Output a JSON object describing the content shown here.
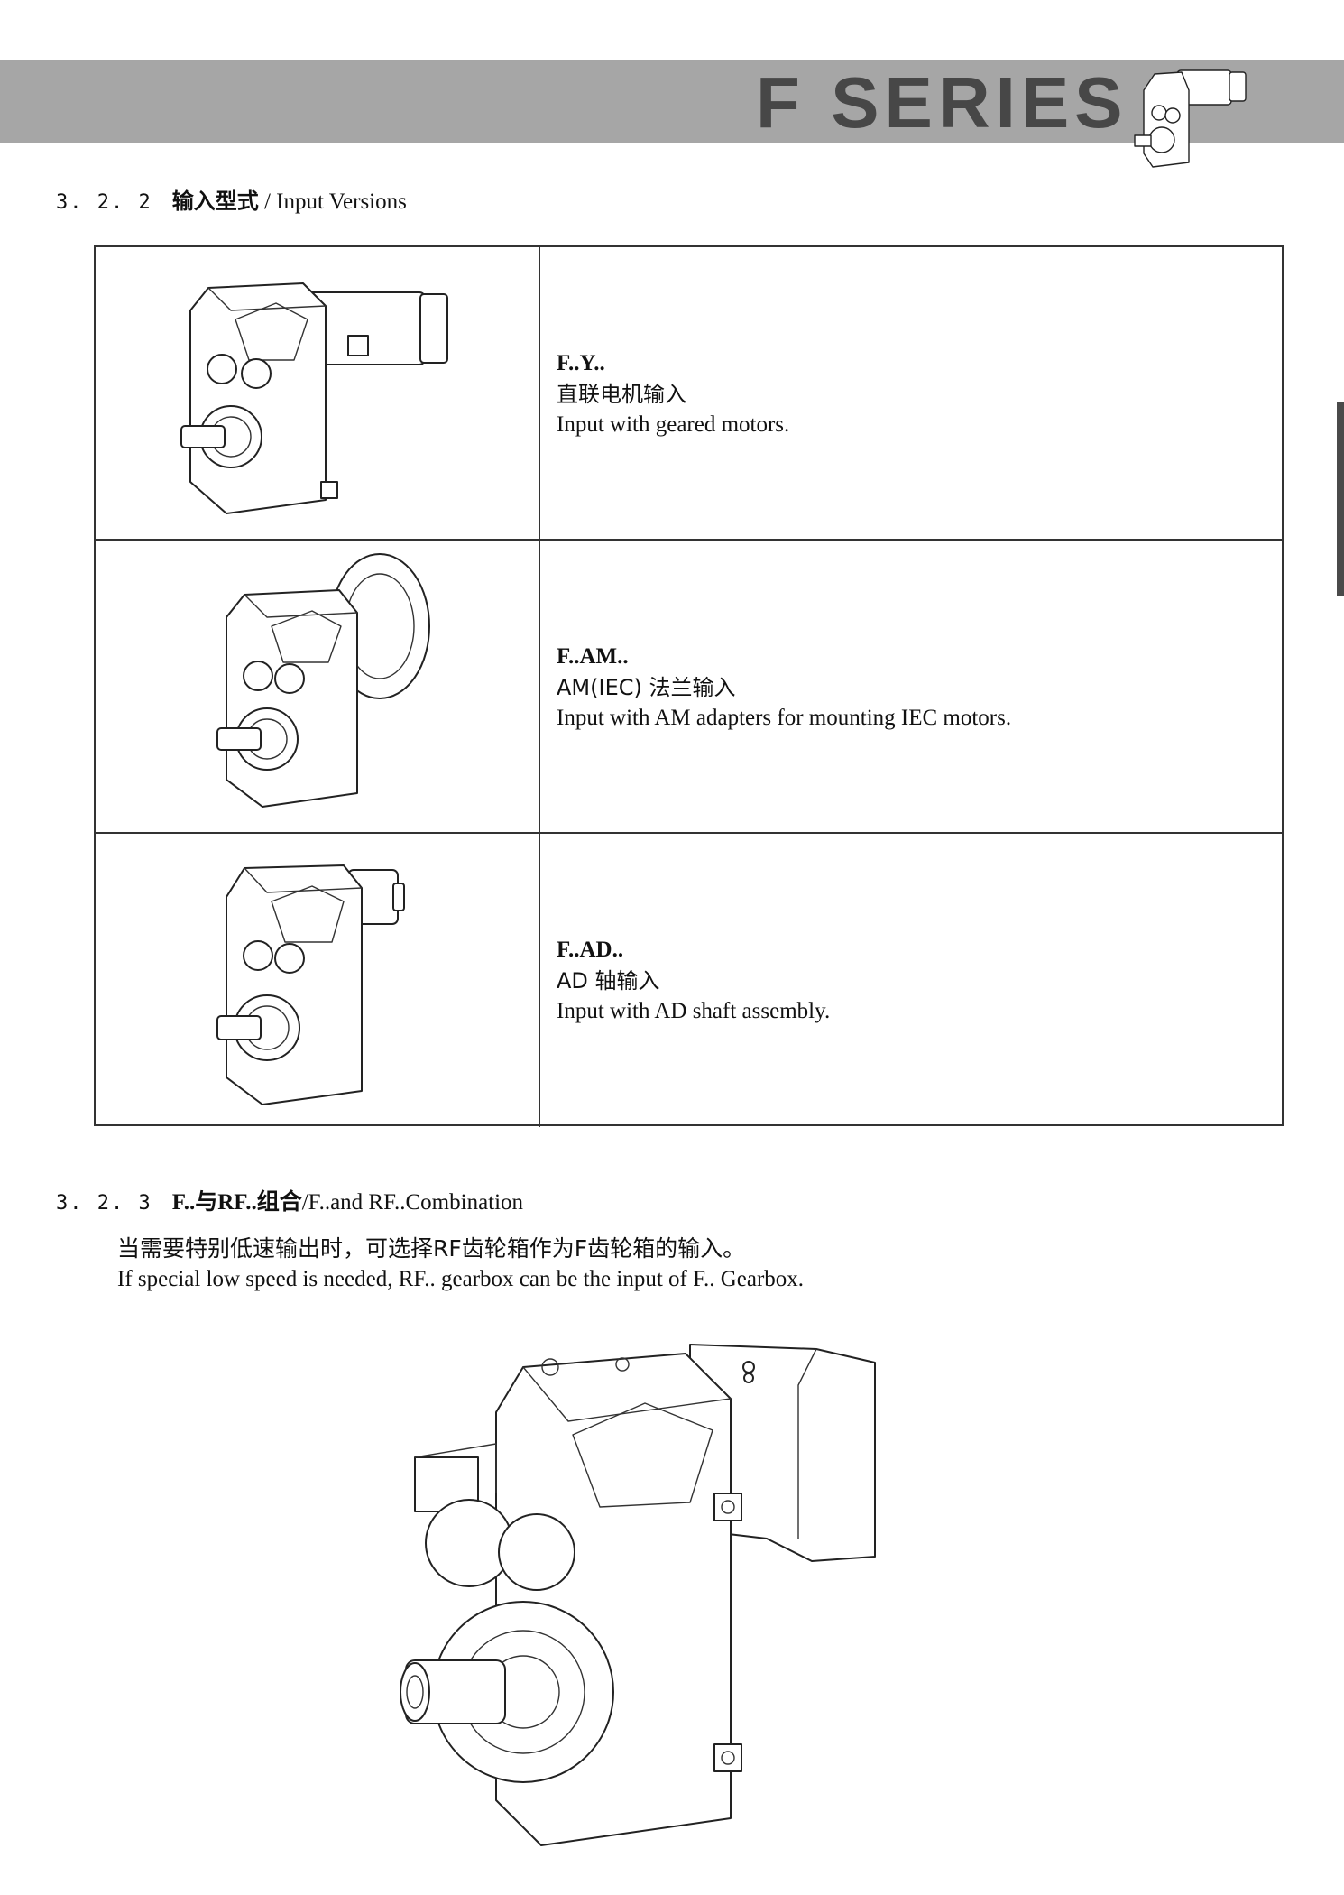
{
  "header": {
    "series_title": "F SERIES"
  },
  "section_322": {
    "number": "3. 2. 2",
    "title_zh": "输入型式",
    "title_en": "/ Input Versions",
    "rows": [
      {
        "code": "F..Y..",
        "zh": "直联电机输入",
        "en": "Input with geared motors."
      },
      {
        "code": "F..AM..",
        "zh": "AM(IEC) 法兰输入",
        "en": "Input with AM adapters for mounting IEC motors."
      },
      {
        "code": "F..AD..",
        "zh": "AD 轴输入",
        "en": "Input with AD shaft assembly."
      }
    ]
  },
  "section_323": {
    "number": "3. 2. 3",
    "title_bold": "F..与RF..组合",
    "title_rest": "/F..and RF..Combination",
    "desc_zh": "当需要特别低速输出时，可选择RF齿轮箱作为F齿轮箱的输入。",
    "desc_en": "If special low speed is needed, RF.. gearbox can be the input of F.. Gearbox."
  }
}
